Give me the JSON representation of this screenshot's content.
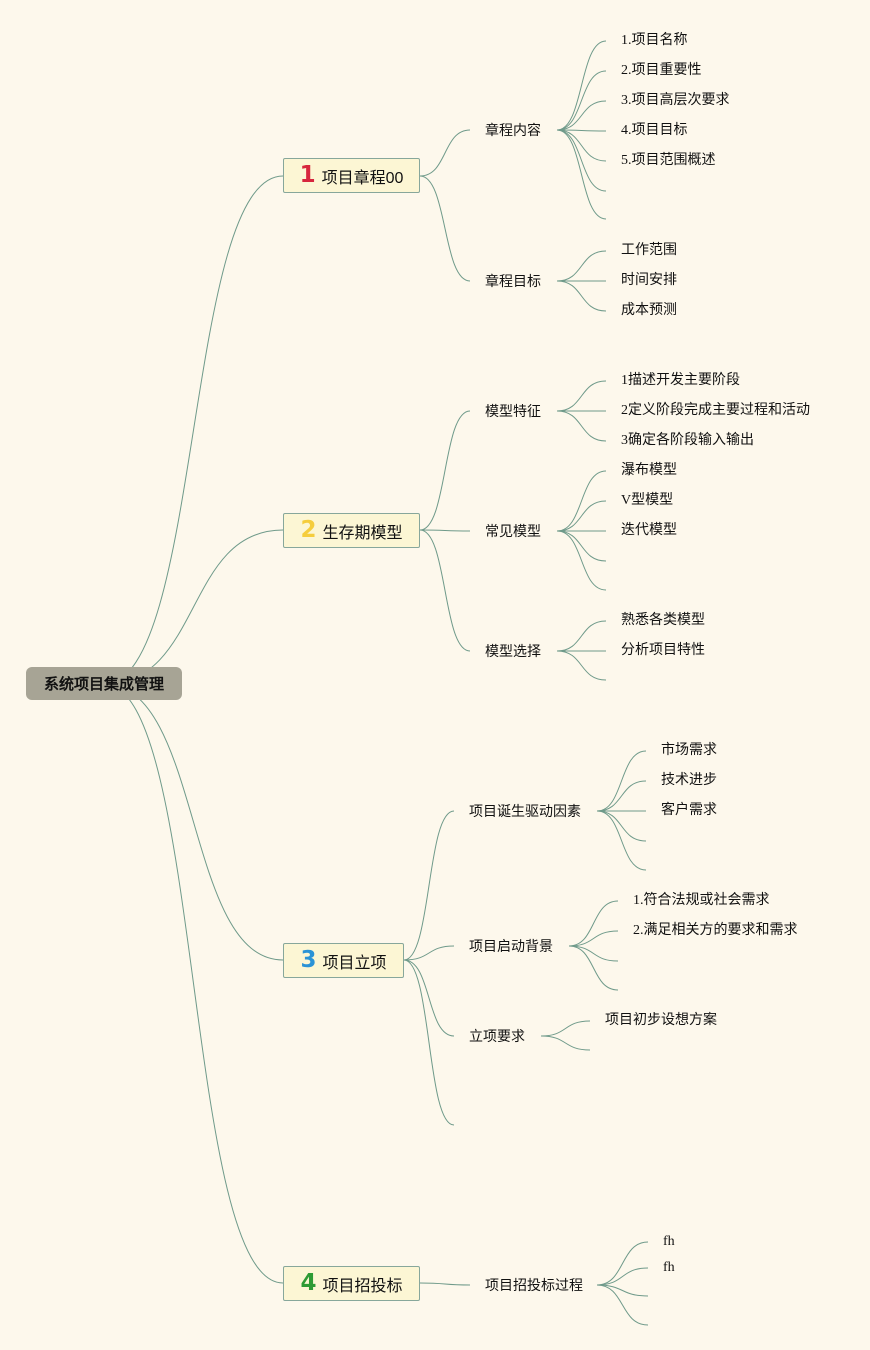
{
  "root": {
    "label": "系统项目集成管理"
  },
  "colors": {
    "background": "#fdf8ec",
    "link": "#6f9a8a",
    "root_fill": "#a7a495",
    "main_fill": "#fcf6d4",
    "badge_1": "#d7263d",
    "badge_2": "#f5cd3d",
    "badge_3": "#2b93d6",
    "badge_4": "#2e9b34"
  },
  "branches": [
    {
      "number": "1",
      "label": "项目章程00",
      "children": [
        {
          "label": "章程内容",
          "items": [
            "1.项目名称",
            "2.项目重要性",
            "3.项目高层次要求",
            "4.项目目标",
            "5.项目范围概述",
            "",
            ""
          ]
        },
        {
          "label": "章程目标",
          "items": [
            "工作范围",
            "时间安排",
            "成本预测"
          ]
        }
      ]
    },
    {
      "number": "2",
      "label": "生存期模型",
      "children": [
        {
          "label": "模型特征",
          "items": [
            "1描述开发主要阶段",
            "2定义阶段完成主要过程和活动",
            "3确定各阶段输入输出"
          ]
        },
        {
          "label": "常见模型",
          "items": [
            "瀑布模型",
            "V型模型",
            "迭代模型",
            "",
            ""
          ]
        },
        {
          "label": "模型选择",
          "items": [
            "熟悉各类模型",
            "分析项目特性",
            ""
          ]
        }
      ]
    },
    {
      "number": "3",
      "label": "项目立项",
      "children": [
        {
          "label": "项目诞生驱动因素",
          "items": [
            "市场需求",
            "技术进步",
            "客户需求",
            "",
            ""
          ]
        },
        {
          "label": "项目启动背景",
          "items": [
            "1.符合法规或社会需求",
            "2.满足相关方的要求和需求",
            "",
            ""
          ]
        },
        {
          "label": "立项要求",
          "items": [
            "项目初步设想方案",
            ""
          ]
        },
        {
          "label": "",
          "items": []
        }
      ]
    },
    {
      "number": "4",
      "label": "项目招投标",
      "children": [
        {
          "label": "项目招投标过程",
          "items": [
            "fh",
            "fh",
            "",
            ""
          ]
        }
      ]
    }
  ]
}
